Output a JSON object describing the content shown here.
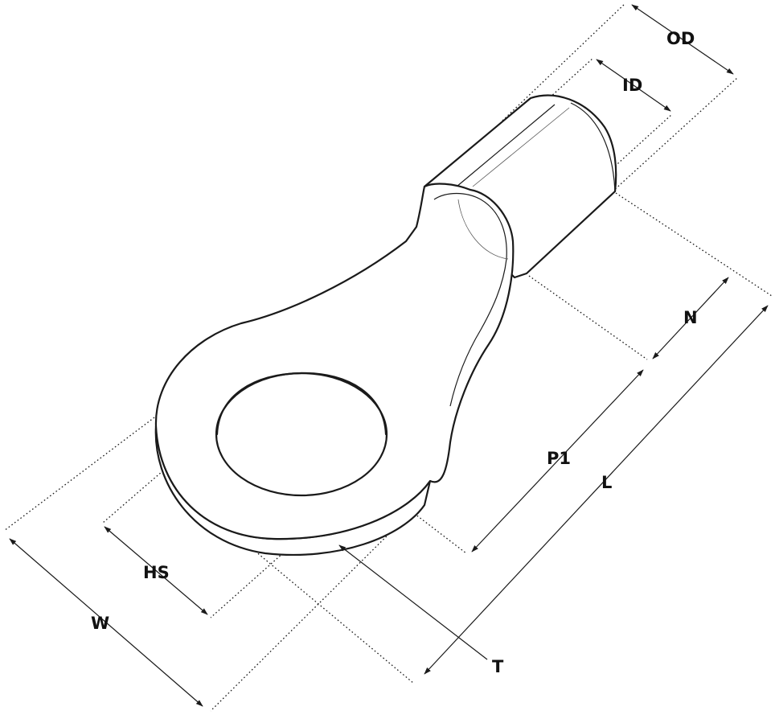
{
  "labels": {
    "od": "OD",
    "id": "ID",
    "n": "N",
    "p1": "P1",
    "l": "L",
    "hs": "HS",
    "w": "W",
    "t": "T"
  },
  "colors": {
    "stroke": "#1a1a1a",
    "background": "#ffffff"
  }
}
